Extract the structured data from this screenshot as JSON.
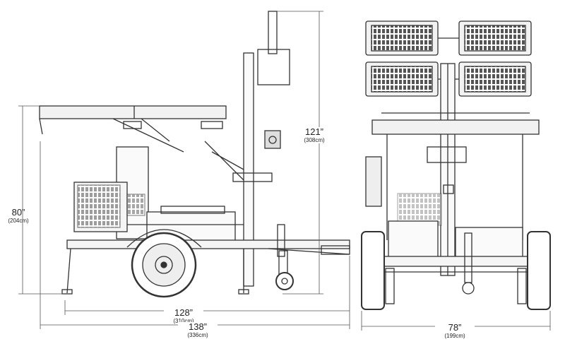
{
  "dimensions": {
    "overall_height": {
      "value": "121”",
      "metric": "(308cm)"
    },
    "trailer_height": {
      "value": "80”",
      "metric": "(204cm)"
    },
    "wheelbase_length": {
      "value": "128”",
      "metric": "(310cm)"
    },
    "overall_length": {
      "value": "138”",
      "metric": "(336cm)"
    },
    "overall_width": {
      "value": "78”",
      "metric": "(199cm)"
    }
  },
  "colors": {
    "line": "#333333",
    "panel": "#e6e6e6",
    "dim_line": "#555555"
  }
}
